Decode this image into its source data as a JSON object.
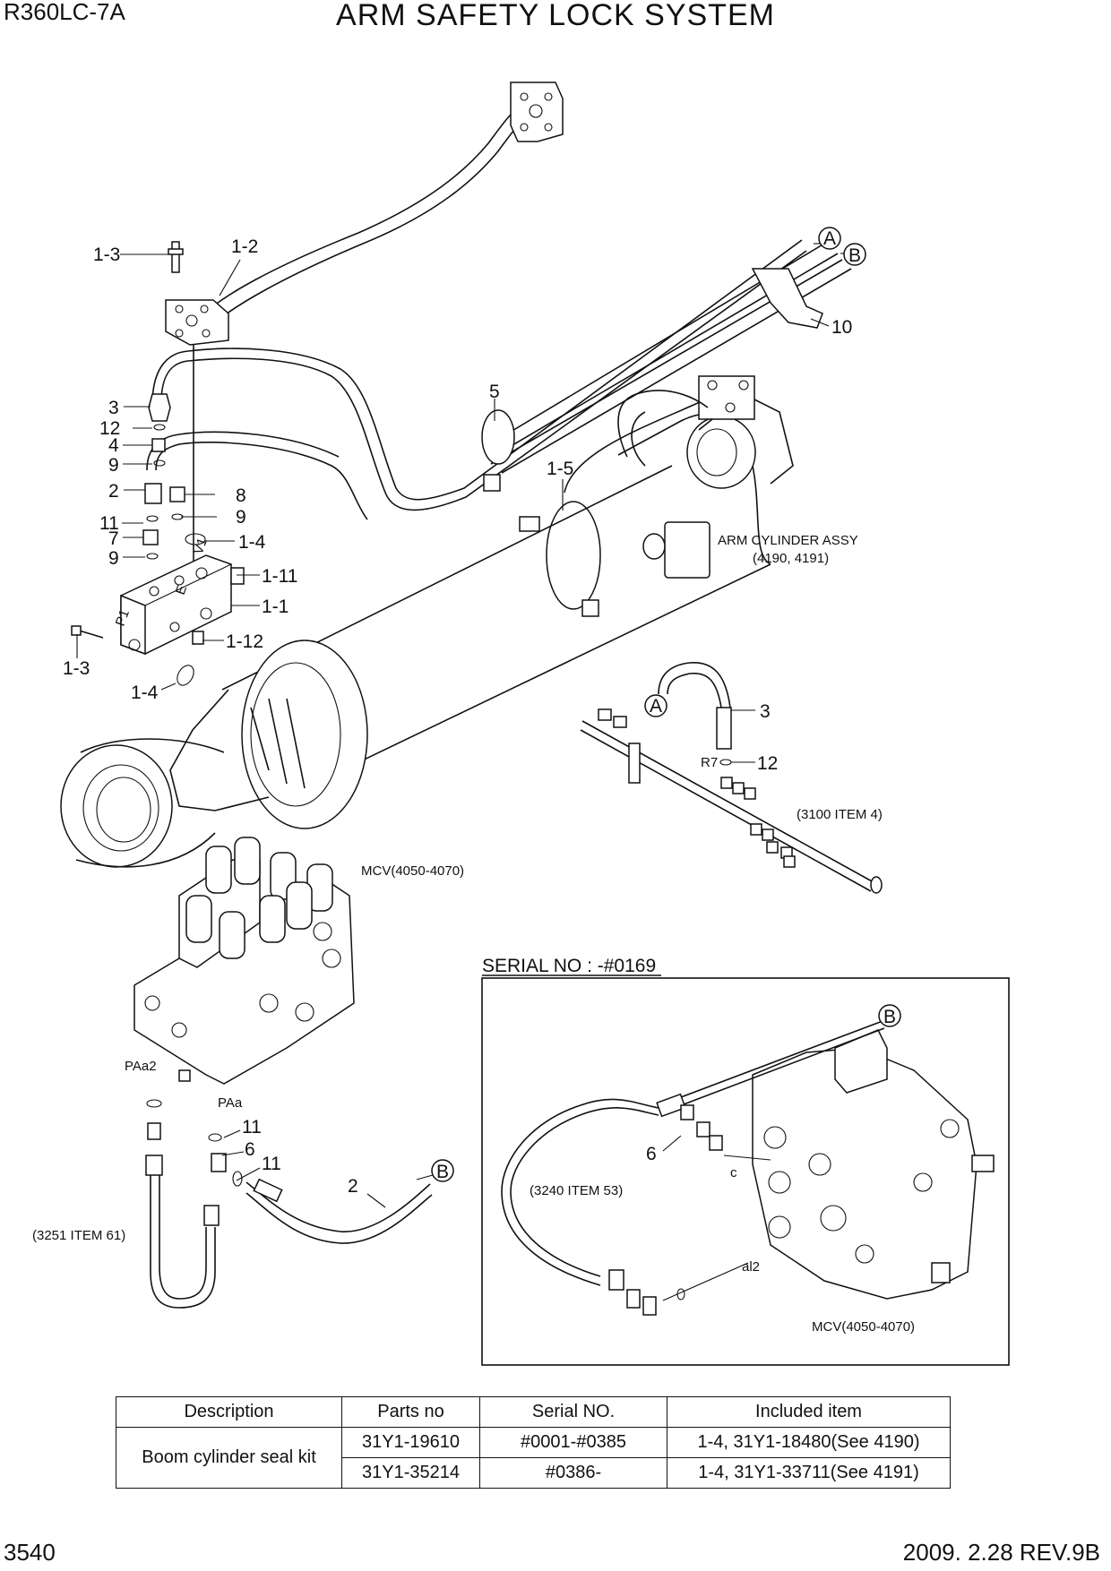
{
  "header": {
    "model": "R360LC-7A",
    "title": "ARM SAFETY LOCK SYSTEM"
  },
  "footer": {
    "page_number": "3540",
    "revision": "2009. 2.28  REV.9B"
  },
  "callouts": {
    "c1_3_top": "1-3",
    "c1_2": "1-2",
    "c3_top": "3",
    "c12_top": "12",
    "c4": "4",
    "c9_a": "9",
    "c2_top": "2",
    "c8": "8",
    "c9_b": "9",
    "c11_top": "11",
    "c7": "7",
    "c1_4_top": "1-4",
    "c9_c": "9",
    "c1_11": "1-11",
    "c1_1": "1-1",
    "c1_12": "1-12",
    "c1_3_bot": "1-3",
    "c1_4_bot": "1-4",
    "c5": "5",
    "c1_5": "1-5",
    "c10": "10",
    "cA_top": "A",
    "cB_top": "B",
    "cA_mid": "A",
    "c3_mid": "3",
    "c12_mid": "12",
    "r7": "R7",
    "c11_a": "11",
    "c6_left": "6",
    "c11_b": "11",
    "c2_bot": "2",
    "cB_bot": "B",
    "cB_inset": "B",
    "c6_inset": "6",
    "port_c": "c",
    "port_al2": "al2",
    "port_paa2": "PAa2",
    "port_paa": "PAa",
    "port_p1": "P1",
    "port_v1": "V1",
    "port_e": "E"
  },
  "references": {
    "arm_cylinder_title": "ARM CYLINDER ASSY",
    "arm_cylinder_ref": "(4190, 4191)",
    "mcv_top": "MCV(4050-4070)",
    "item_3100": "(3100 ITEM 4)",
    "item_3251": "(3251 ITEM 61)",
    "item_3240": "(3240 ITEM 53)",
    "mcv_inset": "MCV(4050-4070)"
  },
  "inset": {
    "serial_label": "SERIAL NO : -#0169"
  },
  "kit_table": {
    "headers": {
      "description": "Description",
      "parts_no": "Parts no",
      "serial_no": "Serial NO.",
      "included": "Included item"
    },
    "description": "Boom cylinder seal kit",
    "rows": [
      {
        "parts_no": "31Y1-19610",
        "serial_no": "#0001-#0385",
        "included": "1-4, 31Y1-18480(See 4190)"
      },
      {
        "parts_no": "31Y1-35214",
        "serial_no": "#0386-",
        "included": "1-4, 31Y1-33711(See 4191)"
      }
    ]
  }
}
